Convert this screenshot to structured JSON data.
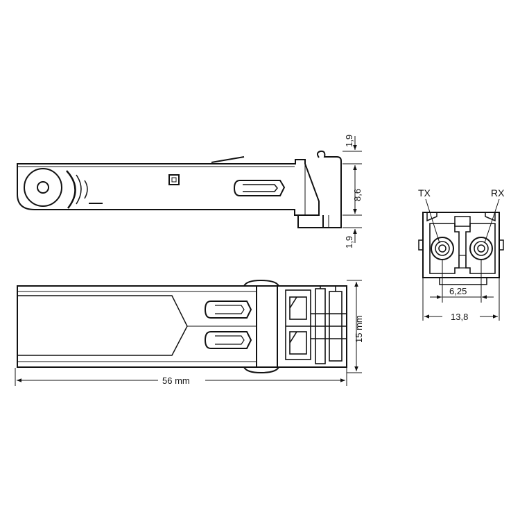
{
  "figure": {
    "colors": {
      "stroke": "#111111",
      "background": "#ffffff"
    }
  },
  "dimensions": {
    "top_gap": "1,9",
    "height_side": "8,6",
    "bottom_gap": "1,9",
    "width_mm": "15 mm",
    "length_mm": "56 mm",
    "port_pitch": "6,25",
    "front_width": "13,8"
  },
  "labels": {
    "tx": "TX",
    "rx": "RX"
  }
}
